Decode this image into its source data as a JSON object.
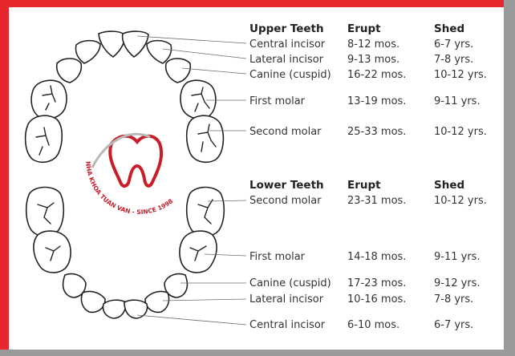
{
  "upper": {
    "headers": [
      "Upper Teeth",
      "Erupt",
      "Shed"
    ],
    "rows": [
      {
        "name": "Central incisor",
        "erupt": "8-12 mos.",
        "shed": "6-7 yrs."
      },
      {
        "name": "Lateral incisor",
        "erupt": "9-13 mos.",
        "shed": "7-8 yrs."
      },
      {
        "name": "Canine (cuspid)",
        "erupt": "16-22 mos.",
        "shed": "10-12 yrs."
      },
      {
        "name": "First molar",
        "erupt": "13-19 mos.",
        "shed": "9-11 yrs."
      },
      {
        "name": "Second molar",
        "erupt": "25-33 mos.",
        "shed": "10-12 yrs."
      }
    ]
  },
  "lower": {
    "headers": [
      "Lower Teeth",
      "Erupt",
      "Shed"
    ],
    "rows": [
      {
        "name": "Second molar",
        "erupt": "23-31 mos.",
        "shed": "10-12 yrs."
      },
      {
        "name": "First molar",
        "erupt": "14-18 mos.",
        "shed": "9-11 yrs."
      },
      {
        "name": "Canine (cuspid)",
        "erupt": "17-23 mos.",
        "shed": "9-12 yrs."
      },
      {
        "name": "Lateral incisor",
        "erupt": "10-16 mos.",
        "shed": "7-8 yrs."
      },
      {
        "name": "Central incisor",
        "erupt": "6-10 mos.",
        "shed": "6-7 yrs."
      }
    ]
  },
  "watermark": {
    "text": "NHA KHOA TUAN VAN - SINCE 1998"
  },
  "colors": {
    "frame": "#e8262d",
    "frame_shadow": "#9a9a9a",
    "brand_red": "#c81e2a"
  }
}
